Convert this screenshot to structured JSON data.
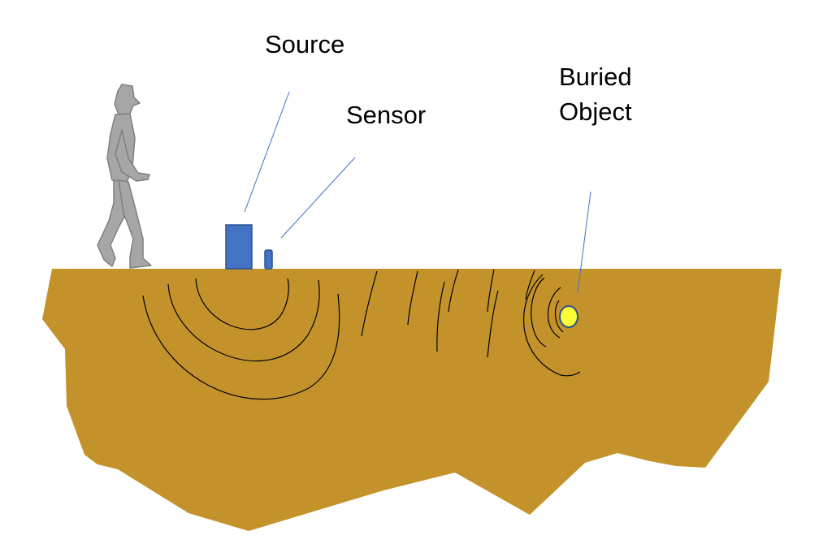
{
  "labels": {
    "source": "Source",
    "sensor": "Sensor",
    "buried_object_line1": "Buried",
    "buried_object_line2": "Object"
  },
  "colors": {
    "soil": "#c4922a",
    "source_box": "#4472c4",
    "source_box_border": "#2f528f",
    "sensor": "#4472c4",
    "buried_object_fill": "#ffff33",
    "buried_object_border": "#2f528f",
    "person": "#a6a6a6",
    "leader_lines": "#4472c4",
    "waves": "#000000"
  },
  "icons": {
    "person": "walking-person-icon"
  }
}
